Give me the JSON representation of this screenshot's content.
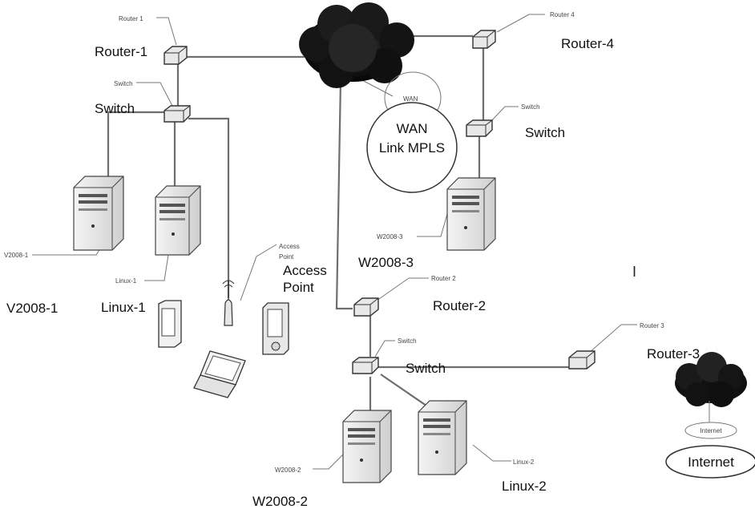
{
  "nodes": {
    "router1": {
      "small_label": "Router 1",
      "label": "Router-1"
    },
    "router2": {
      "small_label": "Router 2",
      "label": "Router-2"
    },
    "router3": {
      "small_label": "Router 3",
      "label": "Router-3"
    },
    "router4": {
      "small_label": "Router 4",
      "label": "Router-4"
    },
    "switch1": {
      "small_label": "Switch",
      "label": "Switch"
    },
    "switch2": {
      "small_label": "Switch",
      "label": "Switch"
    },
    "switch4": {
      "small_label": "Switch",
      "label": "Switch"
    },
    "v2008_1": {
      "small_label": "V2008-1",
      "label": "V2008-1"
    },
    "linux1": {
      "small_label": "Linux-1",
      "label": "Linux-1"
    },
    "w2008_3": {
      "small_label": "W2008-3",
      "label": "W2008-3"
    },
    "w2008_2": {
      "small_label": "W2008-2",
      "label": "W2008-2"
    },
    "linux2": {
      "small_label": "Linux-2",
      "label": "Linux-2"
    },
    "access_point": {
      "small_label_1": "Access",
      "small_label_2": "Point",
      "label_1": "Access",
      "label_2": "Point"
    },
    "wan": {
      "small_label": "WAN",
      "label_1": "WAN",
      "label_2": "Link MPLS"
    },
    "internet": {
      "small_label": "Internet",
      "label": "Internet"
    }
  },
  "cursor_mark": "I"
}
